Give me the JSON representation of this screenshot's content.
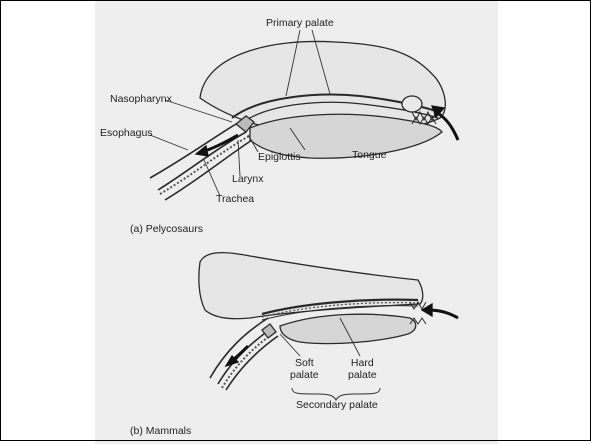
{
  "labels": {
    "primary_palate": "Primary palate",
    "nasopharynx": "Nasopharynx",
    "esophagus": "Esophagus",
    "epiglottis": "Epiglottis",
    "tongue": "Tongue",
    "larynx": "Larynx",
    "trachea": "Trachea",
    "caption_a": "(a) Pelycosaurs",
    "soft_palate": "Soft\npalate",
    "hard_palate": "Hard\npalate",
    "secondary_palate": "Secondary palate",
    "caption_b": "(b) Mammals"
  }
}
